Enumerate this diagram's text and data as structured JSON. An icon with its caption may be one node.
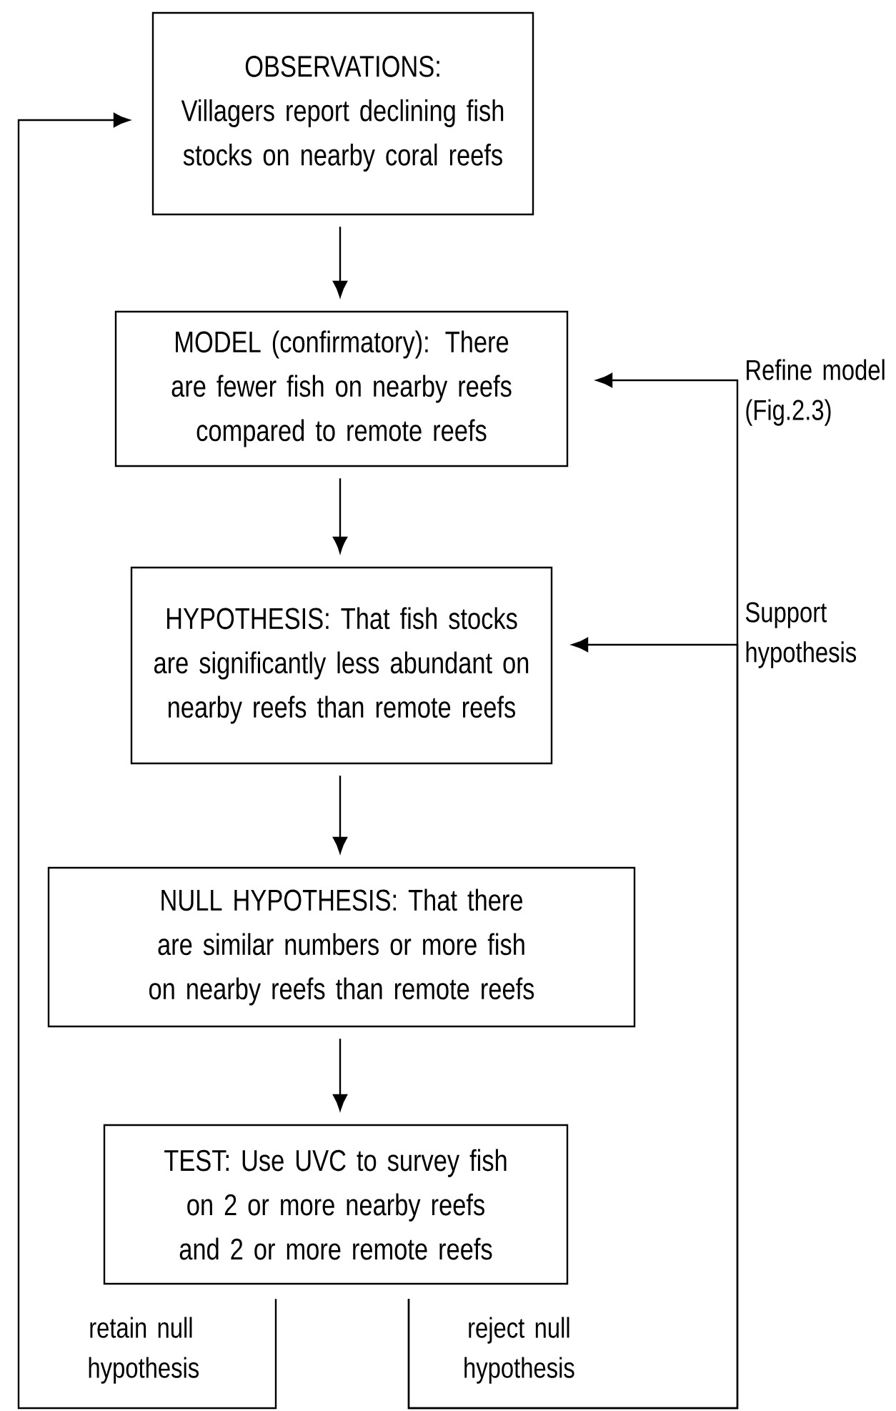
{
  "diagram": {
    "nodes": [
      {
        "text": [
          "OBSERVATIONS:",
          "Villagers report declining fish stocks on nearby coral reefs"
        ]
      },
      {
        "text": [
          "MODEL (confirmatory): There are fewer fish on nearby reefs compared to remote reefs"
        ]
      },
      {
        "text": [
          "HYPOTHESIS: That fish stocks are significantly less abundant on nearby reefs than remote reefs"
        ]
      },
      {
        "text": [
          "NULL HYPOTHESIS: That there are similar numbers or more fish on nearby reefs than remote reefs"
        ]
      },
      {
        "text": [
          "TEST: Use UVC to survey fish on 2 or more nearby reefs and 2 or more remote reefs"
        ]
      }
    ],
    "edges": [
      {
        "from": 0,
        "to": 1,
        "arrow": "to"
      },
      {
        "from": 1,
        "to": 2,
        "arrow": "to"
      },
      {
        "from": 2,
        "to": 3,
        "arrow": "to"
      },
      {
        "from": 3,
        "to": 4,
        "arrow": "to"
      },
      {
        "from": 4,
        "to": 0,
        "arrow": "to",
        "label": "retain null hypothesis"
      },
      {
        "from": 4,
        "to": 1,
        "arrow": "to",
        "label": "Refine model (Fig.2.3)"
      },
      {
        "from": 4,
        "to": 2,
        "arrow": "to",
        "label": "Support hypothesis"
      }
    ],
    "labels": [
      "reject null hypothesis"
    ]
  }
}
